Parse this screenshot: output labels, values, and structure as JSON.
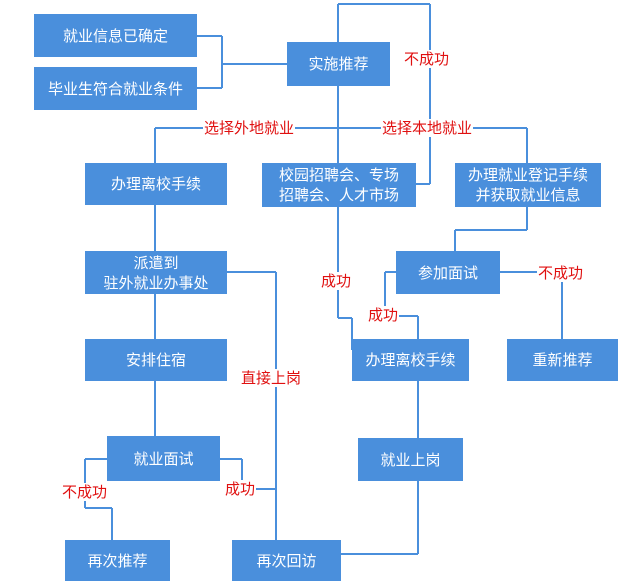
{
  "diagram": {
    "colors": {
      "box": "#4a8fdc",
      "box_text": "#ffffff",
      "line": "#4a8fdc",
      "label": "#e01010"
    },
    "boxes": {
      "b1": "就业信息已确定",
      "b2": "毕业生符合就业条件",
      "center": "实施推荐",
      "away_proc": "办理离校手续",
      "campus_fair": "校园招聘会、专场\n招聘会、人才市场",
      "register": "办理就业登记手续\n并获取就业信息",
      "dispatch": "派遣到\n驻外就业办事处",
      "interview_local": "参加面试",
      "housing": "安排住宿",
      "local_proc": "办理离校手续",
      "re_recommend": "重新推荐",
      "interview_away": "就业面试",
      "onboard": "就业上岗",
      "again_recommend": "再次推荐",
      "revisit": "再次回访"
    },
    "labels": {
      "fail_top": "不成功",
      "choose_away": "选择外地就业",
      "choose_local": "选择本地就业",
      "success_campus": "成功",
      "fail_interview": "不成功",
      "success_interview": "成功",
      "direct": "直接上岗",
      "fail_away": "不成功",
      "success_away": "成功"
    }
  }
}
